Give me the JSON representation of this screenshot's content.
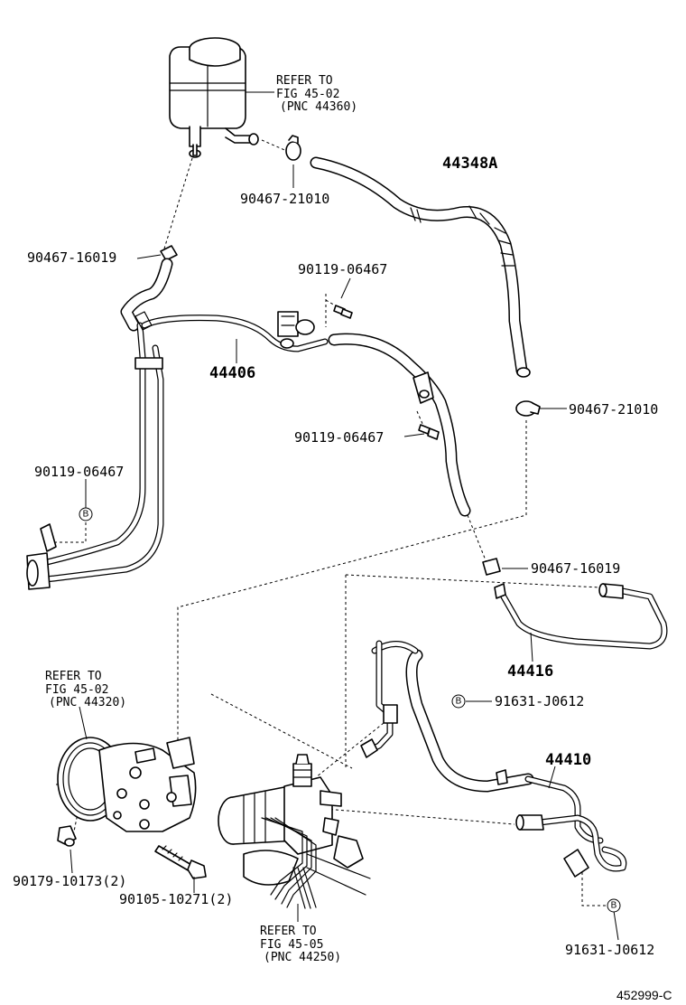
{
  "diagram_id": "452999-C",
  "refer_notes": {
    "reservoir": {
      "line1": "REFER TO",
      "line2": "FIG 45-02",
      "line3": "(PNC 44360)"
    },
    "pump": {
      "line1": "REFER TO",
      "line2": "FIG 45-02",
      "line3": "(PNC 44320)"
    },
    "gear": {
      "line1": "REFER TO",
      "line2": "FIG 45-05",
      "line3": "(PNC 44250)"
    }
  },
  "parts": {
    "hose_return": "44348A",
    "pipe_return": "44406",
    "hose_suction": "44416",
    "pipe_pressure": "44410",
    "clamp_upper": "90467-21010",
    "clamp_upper_right": "90467-21010",
    "clip_left": "90467-16019",
    "clip_right": "90467-16019",
    "bolt_top": "90119-06467",
    "bolt_mid": "90119-06467",
    "bolt_left": "90119-06467",
    "gasket_right_mid": "91631-J0612",
    "gasket_right_bottom": "91631-J0612",
    "nut_pump": "90179-10173(2)",
    "bolt_pump": "90105-10271(2)"
  },
  "markers": {
    "b": "B"
  }
}
